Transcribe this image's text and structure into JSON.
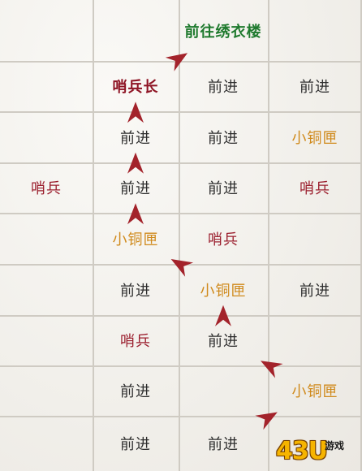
{
  "logo": {
    "text": "43U",
    "sub": "游戏"
  },
  "colors": {
    "advance": "#2e2e2e",
    "guard": "#9b1f2e",
    "chest": "#d08a1c",
    "destination": "#1f7a2e",
    "arrow": "#a3232b"
  },
  "grid": {
    "rows": 9,
    "cols": 4
  },
  "cells": [
    {
      "row": 0,
      "col": 2,
      "text": "前往绣衣楼",
      "kind": "destination"
    },
    {
      "row": 1,
      "col": 1,
      "text": "哨兵长",
      "kind": "guard-captain"
    },
    {
      "row": 1,
      "col": 2,
      "text": "前进",
      "kind": "advance"
    },
    {
      "row": 1,
      "col": 3,
      "text": "前进",
      "kind": "advance"
    },
    {
      "row": 2,
      "col": 1,
      "text": "前进",
      "kind": "advance"
    },
    {
      "row": 2,
      "col": 2,
      "text": "前进",
      "kind": "advance"
    },
    {
      "row": 2,
      "col": 3,
      "text": "小铜匣",
      "kind": "chest"
    },
    {
      "row": 3,
      "col": 0,
      "text": "哨兵",
      "kind": "guard"
    },
    {
      "row": 3,
      "col": 1,
      "text": "前进",
      "kind": "advance"
    },
    {
      "row": 3,
      "col": 2,
      "text": "前进",
      "kind": "advance"
    },
    {
      "row": 3,
      "col": 3,
      "text": "哨兵",
      "kind": "guard"
    },
    {
      "row": 4,
      "col": 1,
      "text": "小铜匣",
      "kind": "chest"
    },
    {
      "row": 4,
      "col": 2,
      "text": "哨兵",
      "kind": "guard"
    },
    {
      "row": 5,
      "col": 1,
      "text": "前进",
      "kind": "advance"
    },
    {
      "row": 5,
      "col": 2,
      "text": "小铜匣",
      "kind": "chest"
    },
    {
      "row": 5,
      "col": 3,
      "text": "前进",
      "kind": "advance"
    },
    {
      "row": 6,
      "col": 1,
      "text": "哨兵",
      "kind": "guard"
    },
    {
      "row": 6,
      "col": 2,
      "text": "前进",
      "kind": "advance"
    },
    {
      "row": 7,
      "col": 1,
      "text": "前进",
      "kind": "advance"
    },
    {
      "row": 7,
      "col": 3,
      "text": "小铜匣",
      "kind": "chest"
    },
    {
      "row": 8,
      "col": 1,
      "text": "前进",
      "kind": "advance"
    },
    {
      "row": 8,
      "col": 2,
      "text": "前进",
      "kind": "advance"
    }
  ],
  "route": [
    {
      "from": [
        8,
        2
      ],
      "to": [
        7,
        3
      ]
    },
    {
      "from": [
        7,
        3
      ],
      "to": [
        6,
        2
      ]
    },
    {
      "from": [
        6,
        2
      ],
      "to": [
        5,
        2
      ]
    },
    {
      "from": [
        5,
        2
      ],
      "to": [
        4,
        1
      ]
    },
    {
      "from": [
        4,
        1
      ],
      "to": [
        3,
        1
      ]
    },
    {
      "from": [
        3,
        1
      ],
      "to": [
        2,
        1
      ]
    },
    {
      "from": [
        2,
        1
      ],
      "to": [
        1,
        1
      ]
    },
    {
      "from": [
        1,
        1
      ],
      "to": [
        0,
        2
      ]
    }
  ]
}
